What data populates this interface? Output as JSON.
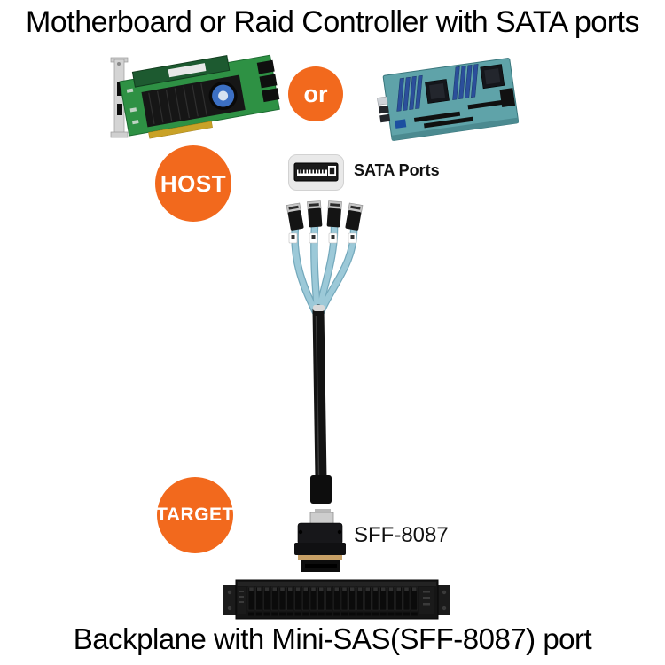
{
  "titles": {
    "top": "Motherboard or Raid Controller with SATA ports",
    "bottom": "Backplane with Mini-SAS(SFF-8087) port"
  },
  "badges": {
    "or": "or",
    "host": "HOST",
    "target": "TARGET"
  },
  "labels": {
    "sata_ports": "SATA Ports",
    "sff_8087": "SFF-8087"
  },
  "colors": {
    "accent_orange": "#F2691D",
    "cable_blue": "#9CC9D8",
    "background": "#FFFFFF",
    "text": "#000000"
  },
  "icons": {
    "raid_controller": "raid-controller-card-photo",
    "motherboard": "server-motherboard-photo",
    "sata_port": "sata-port-icon",
    "cable": "4x-sata-to-mini-sas-fanout-cable",
    "backplane": "24-bay-backplane-photo"
  }
}
